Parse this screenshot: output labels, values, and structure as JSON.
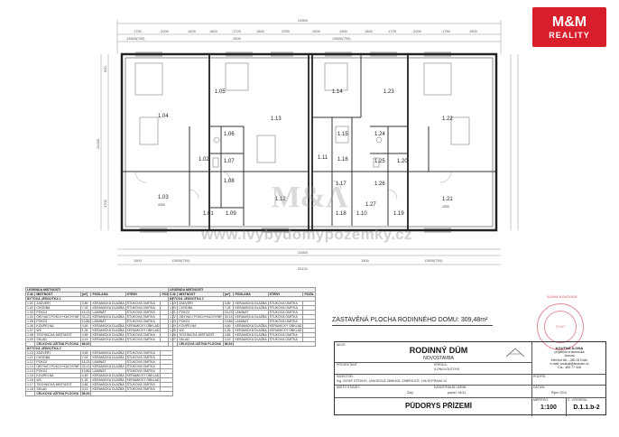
{
  "watermark": {
    "brand": "Μ&Λ",
    "site": "www.ivybydomypozemky.cz"
  },
  "badge": {
    "logo": "M&M",
    "sub": "REALITY"
  },
  "plan": {
    "dimensions_top": [
      "24800",
      "1750",
      "2000",
      "1825",
      "1800",
      "1725",
      "1800",
      "2250",
      "1800",
      "1900",
      "1800",
      "1725",
      "2000",
      "1750",
      "1500",
      "13500(750)",
      "1500",
      "13500(750)"
    ],
    "dimensions_bottom": [
      "24800",
      "25131",
      "1500",
      "13500(750)",
      "1500",
      "13500(750)"
    ],
    "dimension_left": [
      "900",
      "12000",
      "4700"
    ],
    "rooms": [
      {
        "id": "1.04",
        "area": ""
      },
      {
        "id": "1.05",
        "area": ""
      },
      {
        "id": "1.06",
        "area": ""
      },
      {
        "id": "1.07",
        "area": ""
      },
      {
        "id": "1.08",
        "area": ""
      },
      {
        "id": "1.02",
        "area": ""
      },
      {
        "id": "1.03",
        "area": "4300"
      },
      {
        "id": "1.01",
        "area": ""
      },
      {
        "id": "1.09",
        "area": ""
      },
      {
        "id": "1.13",
        "area": ""
      },
      {
        "id": "1.12",
        "area": ""
      },
      {
        "id": "1.14",
        "area": ""
      },
      {
        "id": "1.15",
        "area": ""
      },
      {
        "id": "1.11",
        "area": ""
      },
      {
        "id": "1.17",
        "area": ""
      },
      {
        "id": "1.18",
        "area": ""
      },
      {
        "id": "1.16",
        "area": ""
      },
      {
        "id": "1.10",
        "area": ""
      },
      {
        "id": "1.23",
        "area": ""
      },
      {
        "id": "1.22",
        "area": ""
      },
      {
        "id": "1.24",
        "area": ""
      },
      {
        "id": "1.20",
        "area": ""
      },
      {
        "id": "1.25",
        "area": ""
      },
      {
        "id": "1.26",
        "area": ""
      },
      {
        "id": "1.21",
        "area": "4300"
      },
      {
        "id": "1.19",
        "area": ""
      },
      {
        "id": "1.27",
        "area": ""
      }
    ]
  },
  "legend_left": {
    "title": "LEGENDA MÍSTNOSTÍ",
    "headers": [
      "Č.M.",
      "MÍSTNOST",
      "[m²]",
      "PODLAHA",
      "STĚNY",
      "POZN."
    ],
    "group1": "BYTOVÁ JEDNOTKA 1",
    "rows1": [
      [
        "1.01",
        "ZÁDVEŘÍ",
        "3,89",
        "KERAMICKÁ DLAŽBA",
        "ŠTUKOVÁ OMÍTKA",
        ""
      ],
      [
        "1.02",
        "CHODBA",
        "7,03",
        "KERAMICKÁ DLAŽBA",
        "ŠTUKOVÁ OMÍTKA",
        ""
      ],
      [
        "1.03",
        "POKOJ",
        "15,23",
        "LAMINÁT",
        "ŠTUKOVÁ OMÍTKA",
        ""
      ],
      [
        "1.04",
        "OBÝVACÍ POKOJ+KUCHYNĚ",
        "33,13",
        "KERAMICKÁ DLAŽBA",
        "ŠTUKOVÁ OMÍTKA",
        ""
      ],
      [
        "1.05",
        "POKOJ",
        "13,86",
        "LAMINÁT",
        "ŠTUKOVÁ OMÍTKA",
        ""
      ],
      [
        "1.06",
        "KOUPELNA",
        "4,69",
        "KERAMICKÁ DLAŽBA",
        "KERAMICKÝ OBKLAD",
        ""
      ],
      [
        "1.07",
        "WC",
        "1,26",
        "KERAMICKÁ DLAŽBA",
        "KERAMICKÝ OBKLAD",
        ""
      ],
      [
        "1.08",
        "TECHNICKÁ MÍSTNOST",
        "4,65",
        "KERAMICKÁ DLAŽBA",
        "ŠTUKOVÁ OMÍTKA",
        ""
      ],
      [
        "1.09",
        "SKLAD",
        "3,19",
        "KERAMICKÁ DLAŽBA",
        "ŠTUKOVÁ OMÍTKA",
        ""
      ]
    ],
    "total1": [
      "",
      "CELKOVÁ UŽITNÁ PLOCHA",
      "86,93"
    ],
    "group2": "BYTOVÁ JEDNOTKA 2",
    "rows2": [
      [
        "1.10",
        "ZÁDVEŘÍ",
        "3,89",
        "KERAMICKÁ DLAŽBA",
        "ŠTUKOVÁ OMÍTKA",
        ""
      ],
      [
        "1.11",
        "CHODBA",
        "7,03",
        "KERAMICKÁ DLAŽBA",
        "ŠTUKOVÁ OMÍTKA",
        ""
      ],
      [
        "1.12",
        "POKOJ",
        "15,23",
        "LAMINÁT",
        "ŠTUKOVÁ OMÍTKA",
        ""
      ],
      [
        "1.13",
        "OBÝVACÍ POKOJ+KUCHYNĚ",
        "33,13",
        "KERAMICKÁ DLAŽBA",
        "ŠTUKOVÁ OMÍTKA",
        ""
      ],
      [
        "1.14",
        "POKOJ",
        "13,86",
        "LAMINÁT",
        "ŠTUKOVÁ OMÍTKA",
        ""
      ],
      [
        "1.15",
        "KOUPELNA",
        "4,69",
        "KERAMICKÁ DLAŽBA",
        "KERAMICKÝ OBKLAD",
        ""
      ],
      [
        "1.16",
        "WC",
        "1,26",
        "KERAMICKÁ DLAŽBA",
        "KERAMICKÝ OBKLAD",
        ""
      ],
      [
        "1.17",
        "TECHNICKÁ MÍSTNOST",
        "4,65",
        "KERAMICKÁ DLAŽBA",
        "ŠTUKOVÁ OMÍTKA",
        ""
      ],
      [
        "1.18",
        "SKLAD",
        "3,19",
        "KERAMICKÁ DLAŽBA",
        "ŠTUKOVÁ OMÍTKA",
        ""
      ]
    ],
    "total2": [
      "",
      "CELKOVÁ UŽITNÁ PLOCHA",
      "86,93"
    ]
  },
  "legend_right": {
    "title": "LEGENDA MÍSTNOSTÍ",
    "headers": [
      "Č.M.",
      "MÍSTNOST",
      "[m²]",
      "PODLAHA",
      "STĚNY",
      "POZN."
    ],
    "group": "BYTOVÁ JEDNOTKA 3",
    "rows": [
      [
        "1.19",
        "ZÁDVEŘÍ",
        "3,89",
        "KERAMICKÁ DLAŽBA",
        "ŠTUKOVÁ OMÍTKA",
        ""
      ],
      [
        "1.20",
        "CHODBA",
        "7,03",
        "KERAMICKÁ DLAŽBA",
        "ŠTUKOVÁ OMÍTKA",
        ""
      ],
      [
        "1.21",
        "POKOJ",
        "15,23",
        "LAMINÁT",
        "ŠTUKOVÁ OMÍTKA",
        ""
      ],
      [
        "1.22",
        "OBÝVACÍ POKOJ+KUCHYNĚ",
        "33,13",
        "KERAMICKÁ DLAŽBA",
        "ŠTUKOVÁ OMÍTKA",
        ""
      ],
      [
        "1.23",
        "POKOJ",
        "13,86",
        "LAMINÁT",
        "ŠTUKOVÁ OMÍTKA",
        ""
      ],
      [
        "1.24",
        "KOUPELNA",
        "4,69",
        "KERAMICKÁ DLAŽBA",
        "KERAMICKÝ OBKLAD",
        ""
      ],
      [
        "1.25",
        "WC",
        "1,26",
        "KERAMICKÁ DLAŽBA",
        "KERAMICKÝ OBKLAD",
        ""
      ],
      [
        "1.26",
        "TECHNICKÁ MÍSTNOST",
        "4,65",
        "KERAMICKÁ DLAŽBA",
        "ŠTUKOVÁ OMÍTKA",
        ""
      ],
      [
        "1.27",
        "SKLAD",
        "3,19",
        "KERAMICKÁ DLAŽBA",
        "ŠTUKOVÁ OMÍTKA",
        ""
      ]
    ],
    "total": [
      "",
      "CELKOVÁ UŽITNÁ PLOCHA",
      "86,93"
    ]
  },
  "built_area": {
    "label": "ZASTAVĚNÁ PLOCHA RODINNÉHO DOMU: 309,48m²"
  },
  "stamp": {
    "label": "ILONA KOUTOVÁ",
    "inner": "ČKAIT"
  },
  "title_block": {
    "akce_label": "AKCE:",
    "project_title": "RODINNÝ DŮM",
    "project_sub": "NOVOSTAVBA",
    "projektant_label": "PROJEKTANT:",
    "kreslil_label": "KRESLIL:",
    "kreslil_value": "ILONA KOUTOVÁ",
    "investor_label": "INVESTOR:",
    "investor_value": "Ing. JOSEF STEHLÍK, JAHODOVÁ 2896/106, ZÁBĚHLICE, 106 00 PRAHA 10",
    "misto_label": "MÍSTO STAVBY:",
    "misto_value": "Žáry",
    "katastr_label": "KATASTRÁLNÍ ÚZEMÍ:",
    "katastr_value": "parcel. 94/31",
    "company_name": "KOUTNÁ ILONA",
    "company_line1": "projekční a technická",
    "company_line2": "činnost",
    "company_addr": "Křečhoř 66 – 280 02 Kolín",
    "company_email": "e-mail: koutnai@seznam.cz",
    "company_phone": "Čís.: 463 77 326",
    "podpis_label": "PODPIS:",
    "datum_label": "DATUM:",
    "datum_value": "Říjen 2024",
    "drawing_title": "PŮDORYS PŘÍZEMÍ",
    "scale_label": "MĚŘÍTKO:",
    "scale_value": "1:100",
    "cislo_label": "Č. VÝKRESU:",
    "cislo_value": "D.1.1.b-2"
  }
}
